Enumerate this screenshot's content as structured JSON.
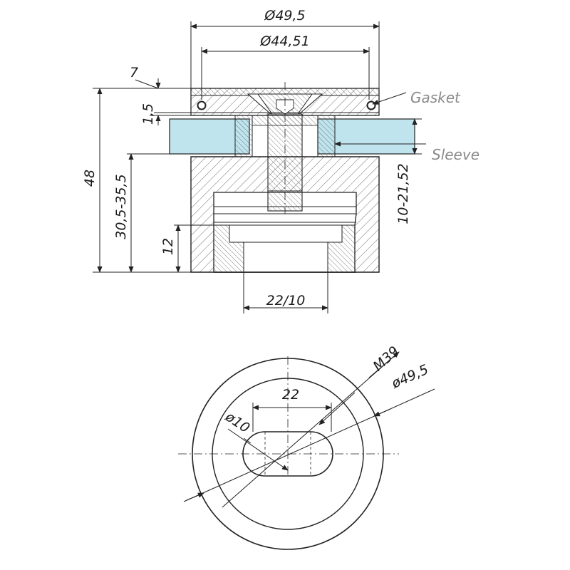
{
  "side_view": {
    "dim_outer_diameter": "Ø49,5",
    "dim_inner_diameter": "Ø44,51",
    "dim_cap_height": "7",
    "dim_gasket_gap": "1,5",
    "dim_total_height": "48",
    "dim_range_height": "30,5-35,5",
    "dim_thread_height": "12",
    "dim_glass_thickness": "10-21,52",
    "dim_slot": "22/10",
    "label_gasket": "Gasket",
    "label_sleeve": "Sleeve"
  },
  "top_view": {
    "dim_slot_length": "22",
    "dim_hole": "ø10",
    "dim_thread": "M39",
    "dim_outer": "ø49,5"
  },
  "colors": {
    "glass": "#bfe4ee",
    "line": "#222222",
    "callout_text": "#8a8a8a"
  }
}
